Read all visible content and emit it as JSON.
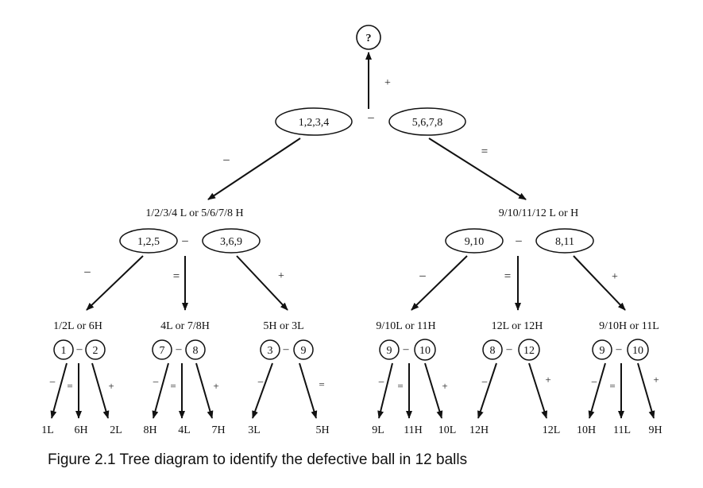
{
  "root": {
    "label": "?",
    "sign_up": "+"
  },
  "weighings": {
    "w1": {
      "left": "1,2,3,4",
      "sign": "–",
      "right": "5,6,7,8"
    },
    "w2a": {
      "left": "1,2,5",
      "sign": "–",
      "right": "3,6,9"
    },
    "w2b": {
      "left": "9,10",
      "sign": "–",
      "right": "8,11"
    },
    "w3": [
      {
        "left": "1",
        "sign": "–",
        "right": "2"
      },
      {
        "left": "7",
        "sign": "–",
        "right": "8"
      },
      {
        "left": "3",
        "sign": "–",
        "right": "9"
      },
      {
        "left": "9",
        "sign": "–",
        "right": "10"
      },
      {
        "left": "8",
        "sign": "–",
        "right": "12"
      },
      {
        "left": "9",
        "sign": "–",
        "right": "10"
      }
    ]
  },
  "branch_signs": {
    "l1_left": "–",
    "l1_right": "=",
    "l2a_left": "–",
    "l2a_mid": "=",
    "l2a_right": "+",
    "l2b_left": "–",
    "l2b_mid": "=",
    "l2b_right": "+"
  },
  "hypotheses": {
    "h1a": "1/2/3/4 L or 5/6/7/8 H",
    "h1b": "9/10/11/12 L or H",
    "h2": [
      "1/2L or 6H",
      "4L or 7/8H",
      "5H or 3L",
      "9/10L or 11H",
      "12L or 12H",
      "9/10H or 11L"
    ]
  },
  "leaves": [
    {
      "label": "1L",
      "sign": "–"
    },
    {
      "label": "6H",
      "sign": "="
    },
    {
      "label": "2L",
      "sign": "+"
    },
    {
      "label": "8H",
      "sign": "–"
    },
    {
      "label": "4L",
      "sign": "="
    },
    {
      "label": "7H",
      "sign": "+"
    },
    {
      "label": "3L",
      "sign": "–"
    },
    {
      "label": "5H",
      "sign": "="
    },
    {
      "label": "9L",
      "sign": "–"
    },
    {
      "label": "11H",
      "sign": "="
    },
    {
      "label": "10L",
      "sign": "+"
    },
    {
      "label": "12H",
      "sign": "–"
    },
    {
      "label": "12L",
      "sign": "+"
    },
    {
      "label": "10H",
      "sign": "–"
    },
    {
      "label": "11L",
      "sign": "="
    },
    {
      "label": "9H",
      "sign": "+"
    }
  ],
  "caption": "Figure 2.1 Tree diagram to identify the defective ball in 12 balls"
}
